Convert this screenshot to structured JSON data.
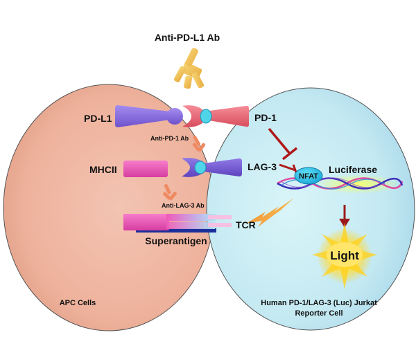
{
  "labels": {
    "anti_pd_l1_ab": "Anti-PD-L1 Ab",
    "pd_l1": "PD-L1",
    "anti_pd_1_ab": "Anti-PD-1 Ab",
    "pd_1": "PD-1",
    "mhcii": "MHCII",
    "lag_3": "LAG-3",
    "nfat": "NFAT",
    "luciferase": "Luciferase",
    "anti_lag_3_ab": "Anti-LAG-3 Ab",
    "tcr": "TCR",
    "superantigen": "Superantigen",
    "light": "Light",
    "apc_cells": "APC Cells",
    "reporter_cell_line1": "Human PD-1/LAG-3 (Luc) Jurkat",
    "reporter_cell_line2": "Reporter Cell"
  },
  "colors": {
    "apc_cell": "#f2b9a4",
    "reporter_cell": "#cdeef5",
    "pd_l1": "#8f74e0",
    "pd_1": "#ef6f7c",
    "mhcii": "#f05ab8",
    "lag_3": "#7a5fd6",
    "antibody_yellow": "#f3c35a",
    "antibody_orange": "#ef8b62",
    "inhibition": "#b01818",
    "light_glow": "#ffd21a"
  }
}
